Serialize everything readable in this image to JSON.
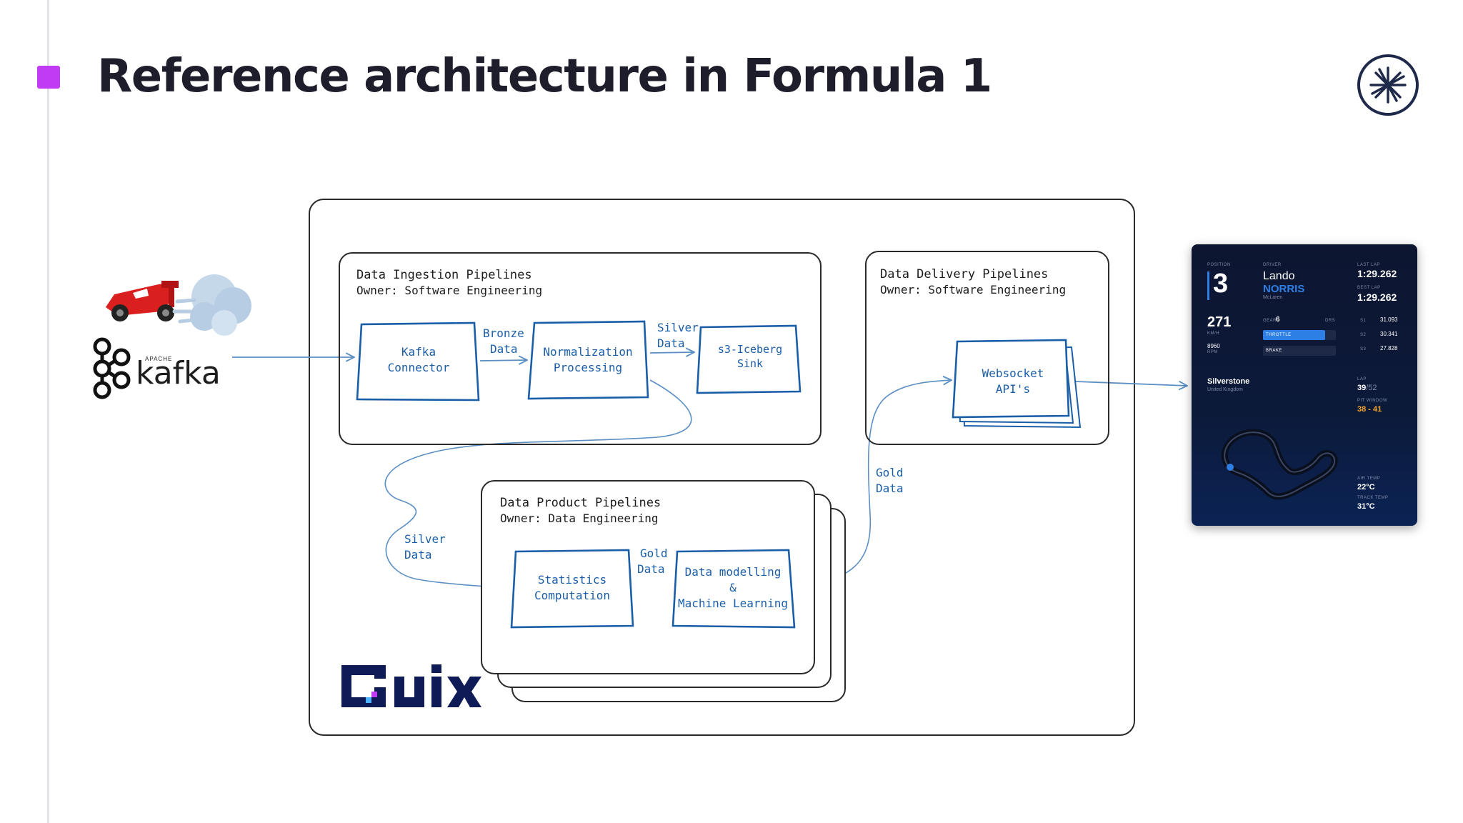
{
  "slide": {
    "title": "Reference architecture in Formula 1",
    "accent": "#c03bf3",
    "brand_icon": "starburst-logo-icon"
  },
  "colors": {
    "ink": "#1d1d1d",
    "sketch_blue": "#1a5ea8",
    "arrow_blue": "#5b8fc4"
  },
  "sources": {
    "kafka_label": "kafka",
    "kafka_apache": "APACHE",
    "kafka_icon": "kafka-logo-icon",
    "car_icon": "race-car-emoji-icon",
    "cloud_icon": "dust-cloud-emoji-icon"
  },
  "ingestion": {
    "title": "Data Ingestion Pipelines",
    "owner": "Owner: Software Engineering",
    "boxes": [
      [
        "Kafka",
        "Connector"
      ],
      [
        "Normalization",
        "Processing"
      ],
      [
        "s3-Iceberg",
        "Sink"
      ]
    ],
    "flow1": [
      "Bronze",
      "Data"
    ],
    "flow2": [
      "Silver",
      "Data"
    ]
  },
  "delivery": {
    "title": "Data Delivery Pipelines",
    "owner": "Owner: Software Engineering",
    "box": [
      "Websocket",
      "API's"
    ]
  },
  "product": {
    "title": "Data Product Pipelines",
    "owner": "Owner: Data Engineering",
    "boxes": [
      [
        "Statistics",
        "Computation"
      ],
      [
        "Data modelling",
        "&",
        "Machine Learning"
      ]
    ],
    "flow_in": [
      "Silver",
      "Data"
    ],
    "flow_mid": [
      "Gold",
      "Data"
    ],
    "flow_out": [
      "Gold",
      "Data"
    ]
  },
  "platform_logo": "quix-logo",
  "dashboard": {
    "position_label": "POSITION",
    "position": "3",
    "driver_label": "DRIVER",
    "driver_first": "Lando",
    "driver_last": "NORRIS",
    "team": "McLaren",
    "last_lap_label": "LAST LAP",
    "last_lap": "1:29.262",
    "best_lap_label": "BEST LAP",
    "best_lap": "1:29.262",
    "speed": "271",
    "speed_unit": "KM/H",
    "gear_label": "GEAR",
    "gear": "6",
    "drs_label": "DRS",
    "throttle_label": "THROTTLE",
    "throttle_level": 0.85,
    "brake_label": "BRAKE",
    "brake_level": 0.0,
    "rpm": "8960",
    "rpm_unit": "RPM",
    "sectors": [
      {
        "label": "S1",
        "time": "31.093"
      },
      {
        "label": "S2",
        "time": "30.341"
      },
      {
        "label": "S3",
        "time": "27.828"
      }
    ],
    "track": "Silverstone",
    "country": "United Kingdom",
    "lap_label": "LAP",
    "lap": "39",
    "lap_total": "/52",
    "pit_window_label": "PIT WINDOW",
    "pit_window": "38 - 41",
    "air_temp_label": "AIR TEMP",
    "air_temp": "22°C",
    "track_temp_label": "TRACK TEMP",
    "track_temp": "31°C"
  }
}
